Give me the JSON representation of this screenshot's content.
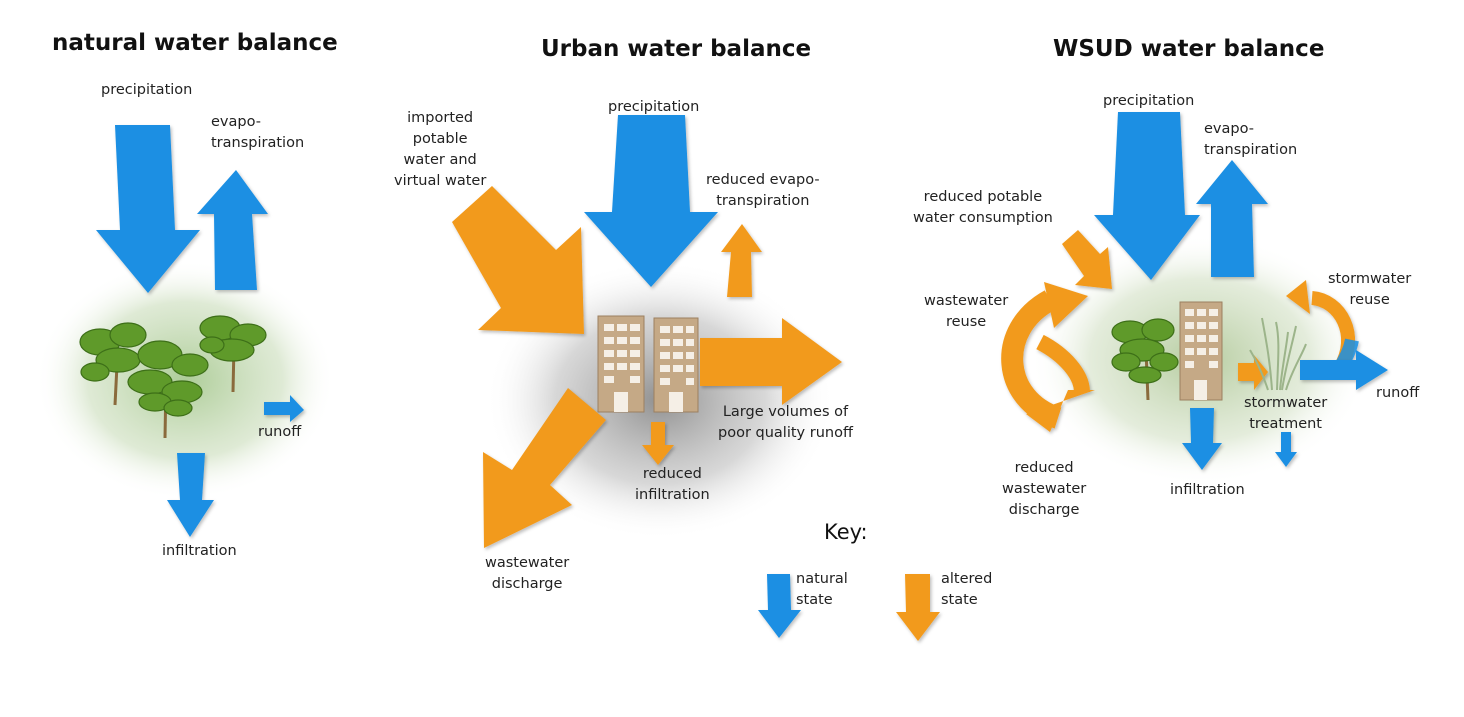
{
  "colors": {
    "natural": "#1a8fe3",
    "altered": "#f29a1d",
    "building": "#c5a986",
    "tree": "#5f9a2a",
    "natural_glow": "#9fc486",
    "urban_glow": "#8a8a8a"
  },
  "panels": {
    "natural": {
      "title": "natural water balance",
      "precipitation": "precipitation",
      "evapotranspiration": "evapo-\ntranspiration",
      "runoff": "runoff",
      "infiltration": "infiltration"
    },
    "urban": {
      "title": "Urban water balance",
      "imported": "imported\npotable\nwater and\nvirtual water",
      "precipitation": "precipitation",
      "reduced_evapo": "reduced evapo-\ntranspiration",
      "large_runoff": "Large volumes of\npoor quality runoff",
      "reduced_infiltration": "reduced\ninfiltration",
      "wastewater_discharge": "wastewater\ndischarge"
    },
    "wsud": {
      "title": "WSUD water balance",
      "precipitation": "precipitation",
      "evapotranspiration": "evapo-\ntranspiration",
      "reduced_potable": "reduced potable\nwater consumption",
      "wastewater_reuse": "wastewater\nreuse",
      "stormwater_reuse": "stormwater\nreuse",
      "runoff": "runoff",
      "stormwater_treatment": "stormwater\ntreatment",
      "infiltration": "infiltration",
      "reduced_wastewater": "reduced\nwastewater\ndischarge"
    }
  },
  "key": {
    "title": "Key:",
    "natural_label": "natural\nstate",
    "altered_label": "altered\nstate"
  }
}
